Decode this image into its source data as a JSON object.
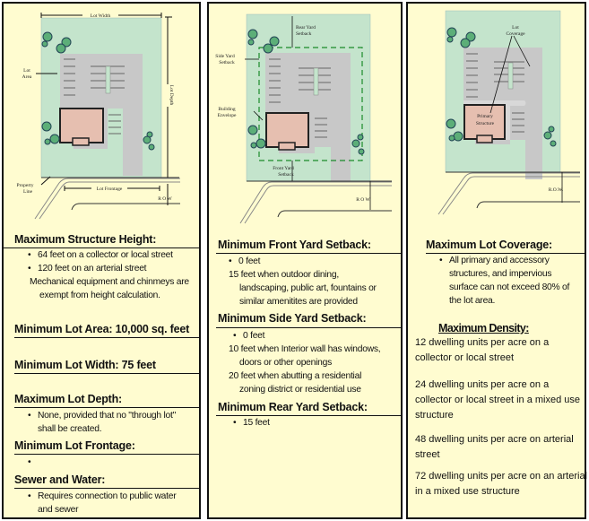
{
  "panels": [
    {
      "id": "height-lot",
      "diagram": {
        "labels": {
          "lot_width": "Lot Width",
          "lot_depth": "Lot Depth",
          "lot_area_1": "Lot",
          "lot_area_2": "Area",
          "property_line_1": "Property",
          "property_line_2": "Line",
          "lot_frontage": "Lot Frontage",
          "row": "R O W"
        }
      },
      "sections": {
        "max_height": {
          "title": "Maximum Structure Height:",
          "bullets": [
            "64 feet on a collector or local street",
            "120 feet on an arterial street"
          ],
          "note_1": "Mechanical equipment and chinmeys are",
          "note_2": "exempt from height calculation."
        },
        "min_lot_area": {
          "title": "Minimum Lot Area:  10,000 sq. feet"
        },
        "min_lot_width": {
          "title": "Minimum Lot Width: 75 feet"
        },
        "max_lot_depth": {
          "title": "Maximum Lot Depth:",
          "bullet_1": "None, provided that no \"through lot\"",
          "bullet_2": "shall be created."
        },
        "min_lot_frontage": {
          "title": "Minimum Lot Frontage:",
          "bullet": ""
        },
        "sewer_water": {
          "title": "Sewer and Water:",
          "bullet_1": "Requires connection to public water",
          "bullet_2": "and sewer"
        }
      }
    },
    {
      "id": "setbacks",
      "diagram": {
        "labels": {
          "rear_yard_1": "Rear Yard",
          "rear_yard_2": "Setback",
          "side_yard_1": "Side Yard",
          "side_yard_2": "Setback",
          "building_envelope_1": "Building",
          "building_envelope_2": "Envelope",
          "front_yard_1": "Front Yard",
          "front_yard_2": "Setback",
          "row": "R O W"
        }
      },
      "sections": {
        "front": {
          "title": "Minimum Front Yard Setback:",
          "bullet": "0 feet",
          "line_1": "15 feet when outdoor dining,",
          "line_2": "landscaping, public art, fountains or",
          "line_3": "similar amenitites are provided"
        },
        "side": {
          "title": "Minimum Side Yard Setback:",
          "bullet": "0 feet",
          "line_1": "10 feet when Interior wall has windows,",
          "line_2": "doors or other openings",
          "line_3": "20 feet when abutting a residential",
          "line_4": "zoning district or residential use"
        },
        "rear": {
          "title": "Minimum Rear Yard Setback:",
          "bullet": "15 feet"
        }
      }
    },
    {
      "id": "coverage-density",
      "diagram": {
        "labels": {
          "lot_coverage_1": "Lot",
          "lot_coverage_2": "Coverage",
          "primary_1": "Primary",
          "primary_2": "Structure",
          "row": "R.O.W."
        }
      },
      "sections": {
        "coverage": {
          "title": "Maximum Lot Coverage:",
          "bullet_1": "All primary and accessory",
          "bullet_2": "structures, and impervious",
          "bullet_3": "surface can not exceed 80% of",
          "bullet_4": "the lot area."
        },
        "density": {
          "title": "Maximum Density:",
          "items": [
            " 12 dwelling units per acre on a collector or local street",
            "24 dwelling units per acre on a collector or local street in a mixed use structure",
            "48 dwelling units per acre on arterial street",
            "72 dwelling units per acre on an arterial in a mixed use structure"
          ]
        }
      }
    }
  ],
  "colors": {
    "panel_bg": "#fffcd0",
    "lot_green": "#c4e4cc",
    "pavement": "#c8c8c8",
    "building": "#e6bfb0",
    "tree": "#5cae78",
    "setback_dash": "#1a8a2a"
  }
}
